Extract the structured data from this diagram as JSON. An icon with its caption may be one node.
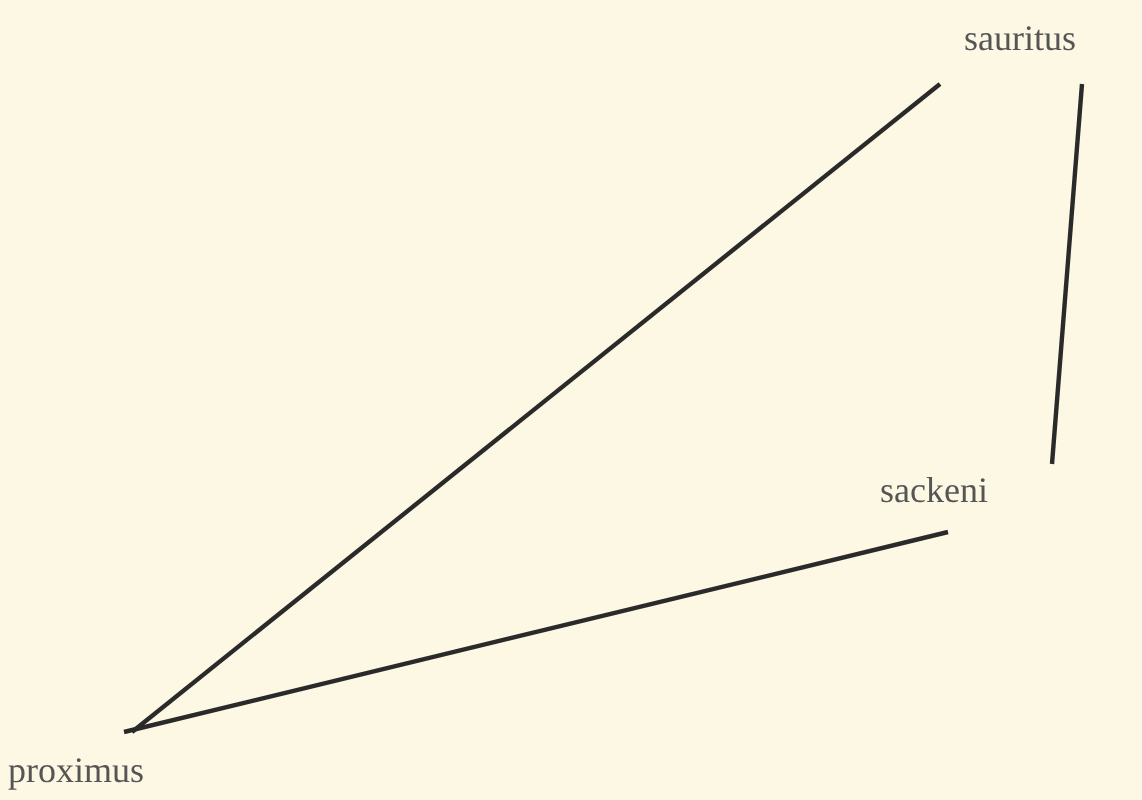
{
  "diagram": {
    "nodes": [
      {
        "text": [
          "sauritus"
        ]
      },
      {
        "text": [
          "sackeni"
        ]
      },
      {
        "text": [
          "proximus"
        ]
      }
    ],
    "edges": [
      {
        "from": 2,
        "to": 0,
        "arrow": "none"
      },
      {
        "from": 0,
        "to": 1,
        "arrow": "none"
      },
      {
        "from": 1,
        "to": 2,
        "arrow": "none"
      }
    ]
  }
}
